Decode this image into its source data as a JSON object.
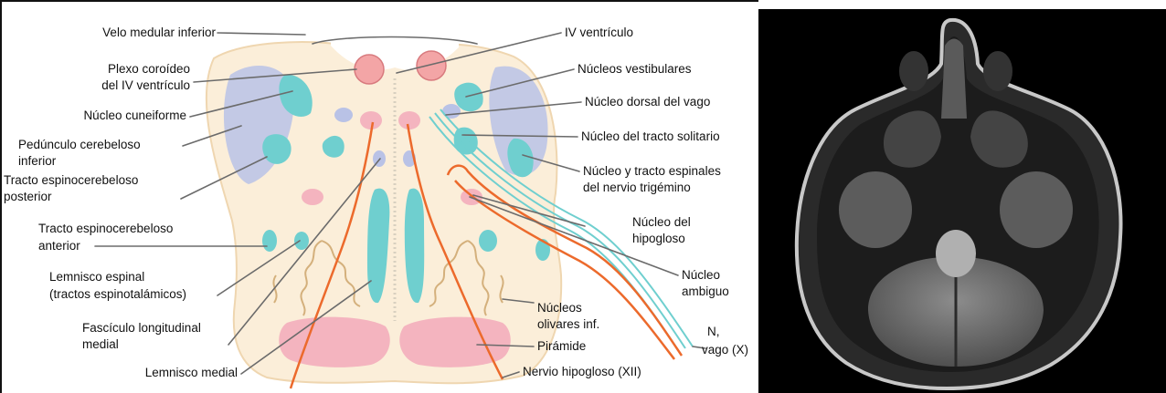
{
  "figure": {
    "labels_left": [
      {
        "id": "velo",
        "text": "Velo medular inferior"
      },
      {
        "id": "plexo1",
        "text": "Plexo coroídeo"
      },
      {
        "id": "plexo2",
        "text": "del IV ventrículo"
      },
      {
        "id": "cuneiforme",
        "text": "Núcleo cuneiforme"
      },
      {
        "id": "pedunculo1",
        "text": "Pedúnculo cerebeloso"
      },
      {
        "id": "pedunculo2",
        "text": "inferior"
      },
      {
        "id": "tep1",
        "text": "Tracto espinocerebeloso"
      },
      {
        "id": "tep2",
        "text": "posterior"
      },
      {
        "id": "tea1",
        "text": "Tracto espinocerebeloso"
      },
      {
        "id": "tea2",
        "text": "anterior"
      },
      {
        "id": "lemesp1",
        "text": "Lemnisco espinal"
      },
      {
        "id": "lemesp2",
        "text": "(tractos espinotalámicos)"
      },
      {
        "id": "flm1",
        "text": "Fascículo longitudinal"
      },
      {
        "id": "flm2",
        "text": "medial"
      },
      {
        "id": "lemmed",
        "text": "Lemnisco medial"
      }
    ],
    "labels_right": [
      {
        "id": "ivv",
        "text": "IV ventrículo"
      },
      {
        "id": "vest",
        "text": "Núcleos vestibulares"
      },
      {
        "id": "dorsal",
        "text": "Núcleo dorsal del vago"
      },
      {
        "id": "solitario",
        "text": "Núcleo del tracto solitario"
      },
      {
        "id": "trig1",
        "text": "Núcleo y tracto espinales"
      },
      {
        "id": "trig2",
        "text": "del nervio trigémino"
      },
      {
        "id": "hipo1",
        "text": "Núcleo del"
      },
      {
        "id": "hipo2",
        "text": "hipogloso"
      },
      {
        "id": "amb1",
        "text": "Núcleo"
      },
      {
        "id": "amb2",
        "text": "ambiguo"
      },
      {
        "id": "oliv1",
        "text": "Núcleos"
      },
      {
        "id": "oliv2",
        "text": "olivares inf."
      },
      {
        "id": "vago1",
        "text": "N,"
      },
      {
        "id": "vago2",
        "text": "vago (X)"
      },
      {
        "id": "piramide",
        "text": "Pirámide"
      },
      {
        "id": "xii",
        "text": "Nervio hipogloso (XII)"
      }
    ]
  },
  "colors": {
    "tissue": "#fbeed9",
    "tissue_edge": "#efd6b0",
    "cyan": "#6fcfcf",
    "lavender": "#b9c2e6",
    "pink": "#f4b4bf",
    "orange": "#ec6a2c",
    "leader": "#6b6b6b"
  }
}
